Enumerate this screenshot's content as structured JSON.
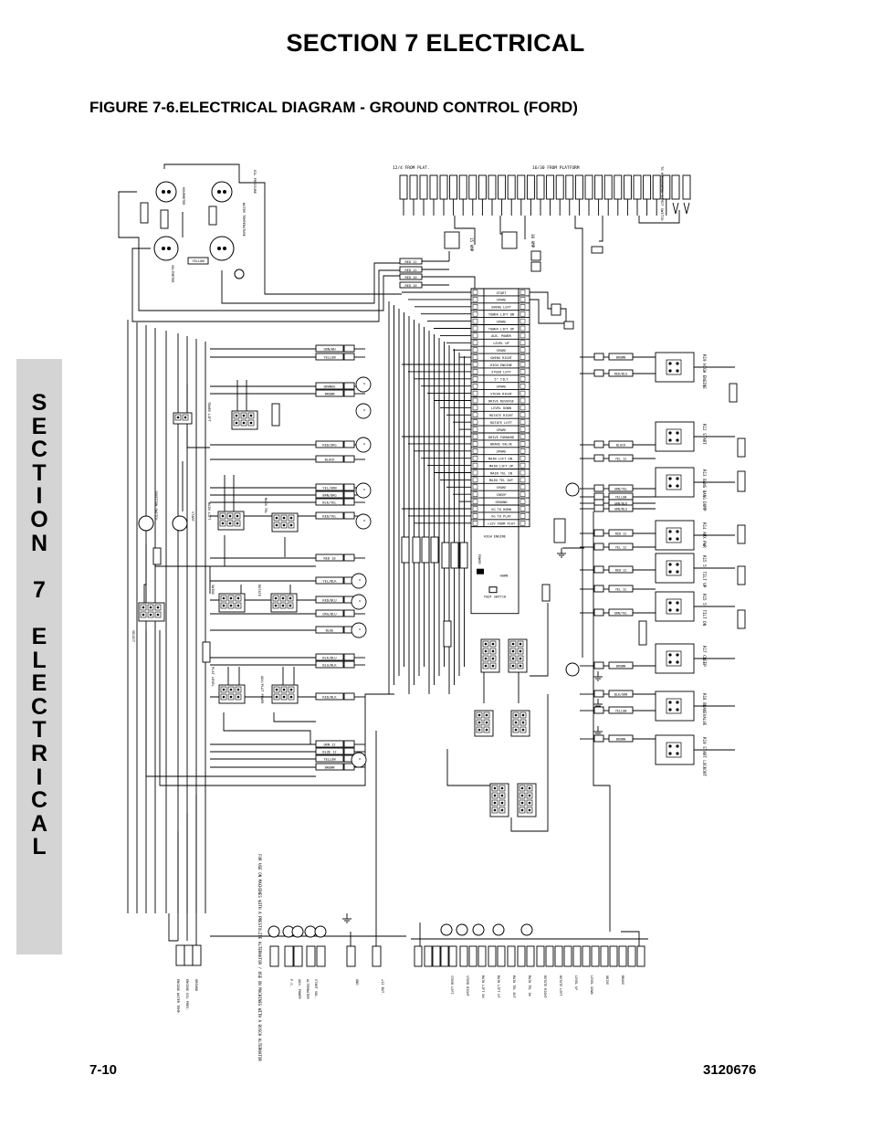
{
  "header": {
    "section_title": "SECTION 7    ELECTRICAL",
    "figure_title": "FIGURE 7-6.ELECTRICAL DIAGRAM - GROUND CONTROL (FORD)"
  },
  "side_tab": {
    "letters": [
      "S",
      "E",
      "C",
      "T",
      "I",
      "O",
      "N",
      "",
      "7",
      "",
      "E",
      "L",
      "E",
      "C",
      "T",
      "R",
      "I",
      "C",
      "A",
      "L"
    ]
  },
  "footer": {
    "page_number": "7-10",
    "doc_number": "3120676"
  },
  "diagram": {
    "harness_labels": {
      "from_plat_12": "12/4 FROM PLAT.",
      "from_platform_16": "16/30 FROM PLATFORM",
      "to_horizontal": "TO HORIZONTAL LIMIT SWITCH"
    },
    "fuses": [
      "15 AMP",
      "30 AMP"
    ],
    "terminal_strip": [
      "START",
      "SPARE",
      "SWING LEFT",
      "TOWER LIFT DN",
      "SPARE",
      "TOWER LIFT UP",
      "AUX. POWER",
      "LEVEL UP",
      "SPARE",
      "SWING RIGHT",
      "HIGH ENGINE",
      "STEER LEFT",
      "5\" TILT",
      "SPARE",
      "STEER RIGHT",
      "DRIVE REVERSE",
      "LEVEL DOWN",
      "ROTATE RIGHT",
      "ROTATE LEFT",
      "SPARE",
      "DRIVE FORWARD",
      "BRAKE VALVE",
      "SPARE",
      "MAIN LIFT DN.",
      "MAIN LIFT UP",
      "MAIN TEL IN",
      "MAIN TEL OUT",
      "SPARE",
      "CREEP",
      "GROUND",
      "VG TO HORN",
      "VG TO PLAT",
      "+12V FROM PLAT"
    ],
    "wire_labels_left": [
      "GRN/WH",
      "YELLOW",
      "ORANGE",
      "BROWN",
      "RED/ORG",
      "BLACK",
      "YEL/GRN",
      "BRN/ORG",
      "BLK/YEL",
      "RED/YEL",
      "RED 10",
      "YEL/BLK",
      "RED/BLU",
      "ORG/BLU",
      "BLUE",
      "BLK/BLU",
      "BLU/BLK",
      "RED/BLK",
      "ORN 12",
      "BLUE 12",
      "YELLOW",
      "BROWN"
    ],
    "wire_labels_top": [
      "RED 12",
      "RED 12",
      "RED 10",
      "RED 10"
    ],
    "wire_labels_right": [
      "BROWN",
      "RED/BLU",
      "BLACK",
      "YEL 12",
      "GRN/YEL",
      "YELLOW",
      "GRN/BLK",
      "GRN/BLU",
      "RED 12",
      "YEL 12",
      "RED 12",
      "YEL 12",
      "ORN/YEL",
      "BROWN",
      "BLK/GRN",
      "YELLOW",
      "BROWN"
    ],
    "relay_labels": [
      "R19 HIGH ENGINE",
      "R12 START",
      "R13 BANG BANG DUMP",
      "R14 AUX PWR",
      "R15 5\" TILT UP",
      "R15 5\" TILT DN",
      "R17 CREEP",
      "R18 BRAKEVALVE",
      "R19 START LOCKOUT"
    ],
    "gauges": [
      "OIL PRESSURE",
      "WATER TEMPERATURE",
      "HOURMETER",
      "VOLTMETER"
    ],
    "components": [
      "TOWER LIFT",
      "MAIN LIFT",
      "MAIN TEL",
      "IGNITION SWITCH",
      "START",
      "SWING",
      "ROTATE",
      "PLAT LEVEL",
      "AUX/PLAT POWER",
      "SELECT"
    ],
    "connector_labels_bottom": [
      "GROUND",
      "ENGINE OIL PRES.",
      "ENGINE WATER TEMP.",
      "ALTERNATOR",
      "START SOL.",
      "P.S.",
      "AUX. POWER",
      "GND",
      "+12 BAT."
    ],
    "connector_labels_right": [
      "STEER LEFT",
      "STEER RIGHT",
      "MAIN LIFT DN",
      "MAIN LIFT UP",
      "MAIN TEL OUT",
      "MAIN TEL IN",
      "ROTATE RIGHT",
      "ROTATE LEFT",
      "LEVEL UP",
      "LEVEL DOWN",
      "DRIVE",
      "BRAKE"
    ],
    "note": "FOR USE ON MACHINES WITH A PRESTOLITE ALTERNATOR / USE ON MACHINES WITH A BOSCH ALTERNATOR",
    "switch_labels": [
      "POWER",
      "HIGH ENGINE",
      "HORN",
      "FOOT SWITCH"
    ]
  },
  "colors": {
    "tab_background": "#d4d4d4",
    "ink": "#000000"
  }
}
